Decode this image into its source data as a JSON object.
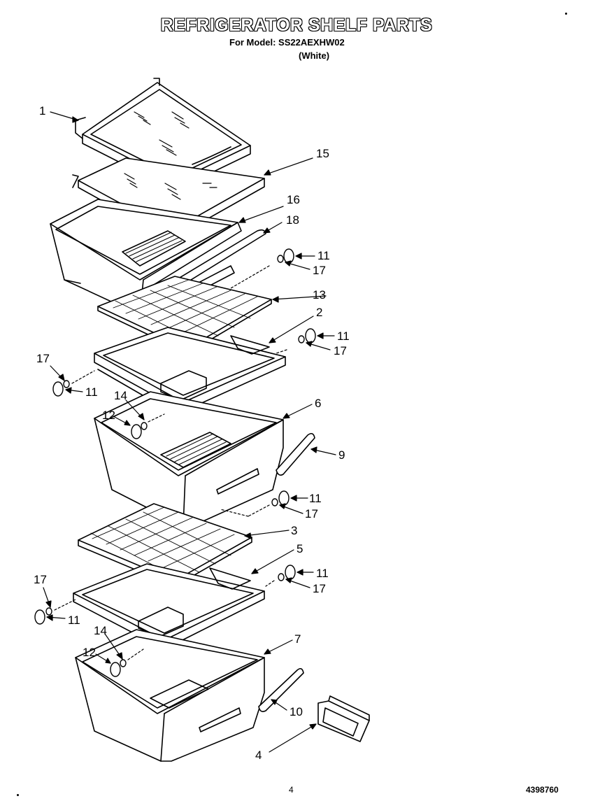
{
  "header": {
    "title": "REFRIGERATOR SHELF PARTS",
    "model_line": "For Model: SS22AEXHW02",
    "color_line": "(White)"
  },
  "footer": {
    "page_number": "4",
    "document_number": "4398760"
  },
  "callouts": [
    "1",
    "15",
    "16",
    "18",
    "11",
    "17",
    "13",
    "2",
    "11",
    "17",
    "17",
    "11",
    "14",
    "12",
    "6",
    "9",
    "11",
    "17",
    "3",
    "5",
    "11",
    "17",
    "17",
    "11",
    "14",
    "12",
    "7",
    "10",
    "4"
  ]
}
